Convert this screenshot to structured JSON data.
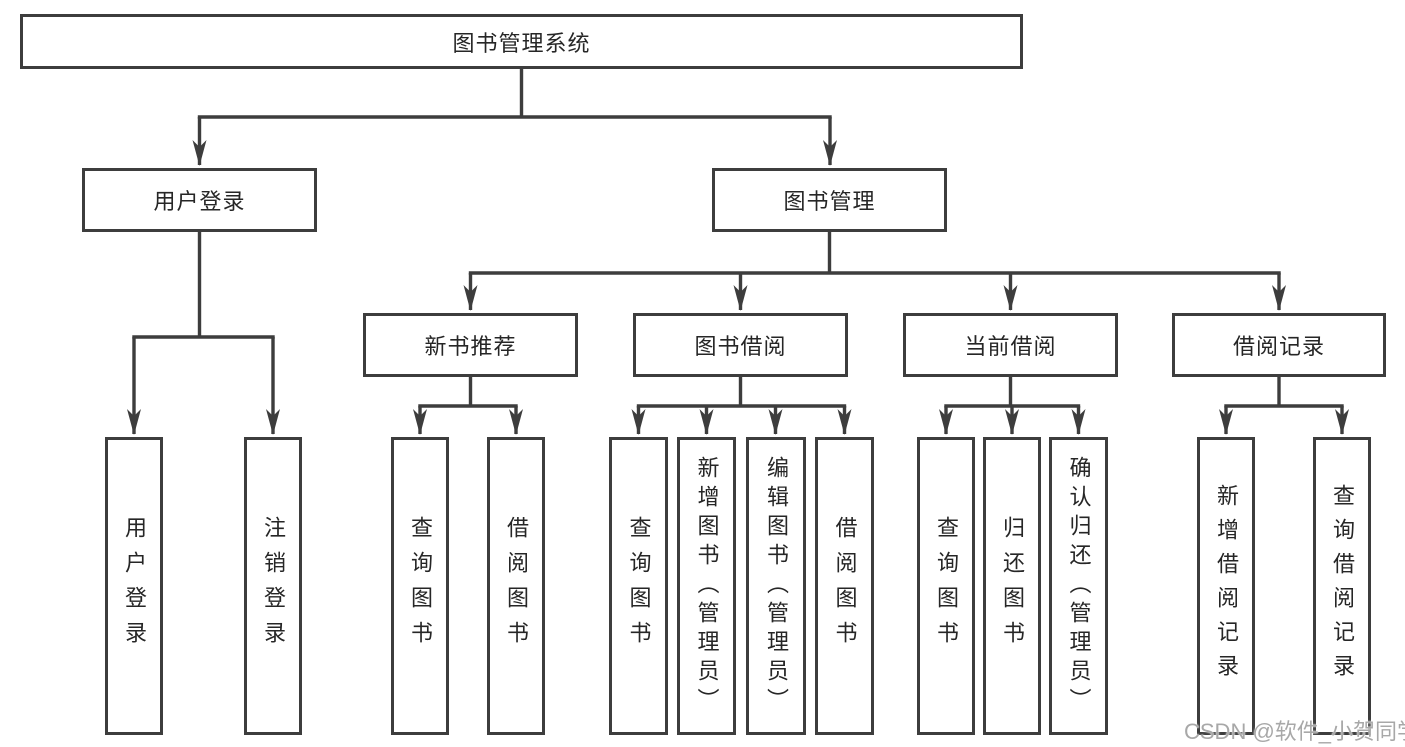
{
  "root": {
    "label": "图书管理系统"
  },
  "branches": [
    {
      "id": "user-login",
      "label": "用户登录",
      "children": [
        "用户登录",
        "注销登录"
      ]
    },
    {
      "id": "book-management",
      "label": "图书管理"
    }
  ],
  "modules": [
    {
      "id": "new-book-recommend",
      "label": "新书推荐",
      "children": [
        "查询图书",
        "借阅图书"
      ]
    },
    {
      "id": "book-borrowing",
      "label": "图书借阅",
      "children": [
        "查询图书",
        "新增图书（管理员）",
        "编辑图书（管理员）",
        "借阅图书"
      ]
    },
    {
      "id": "current-borrowing",
      "label": "当前借阅",
      "children": [
        "查询图书",
        "归还图书",
        "确认归还（管理员）"
      ]
    },
    {
      "id": "borrowing-records",
      "label": "借阅记录",
      "children": [
        "新增借阅记录",
        "查询借阅记录"
      ]
    }
  ],
  "watermark": "CSDN @软件_小贺同学",
  "colors": {
    "line": "#3d3d3d",
    "text": "#262626",
    "watermark": "#a8a8a8",
    "bg": "#ffffff"
  }
}
